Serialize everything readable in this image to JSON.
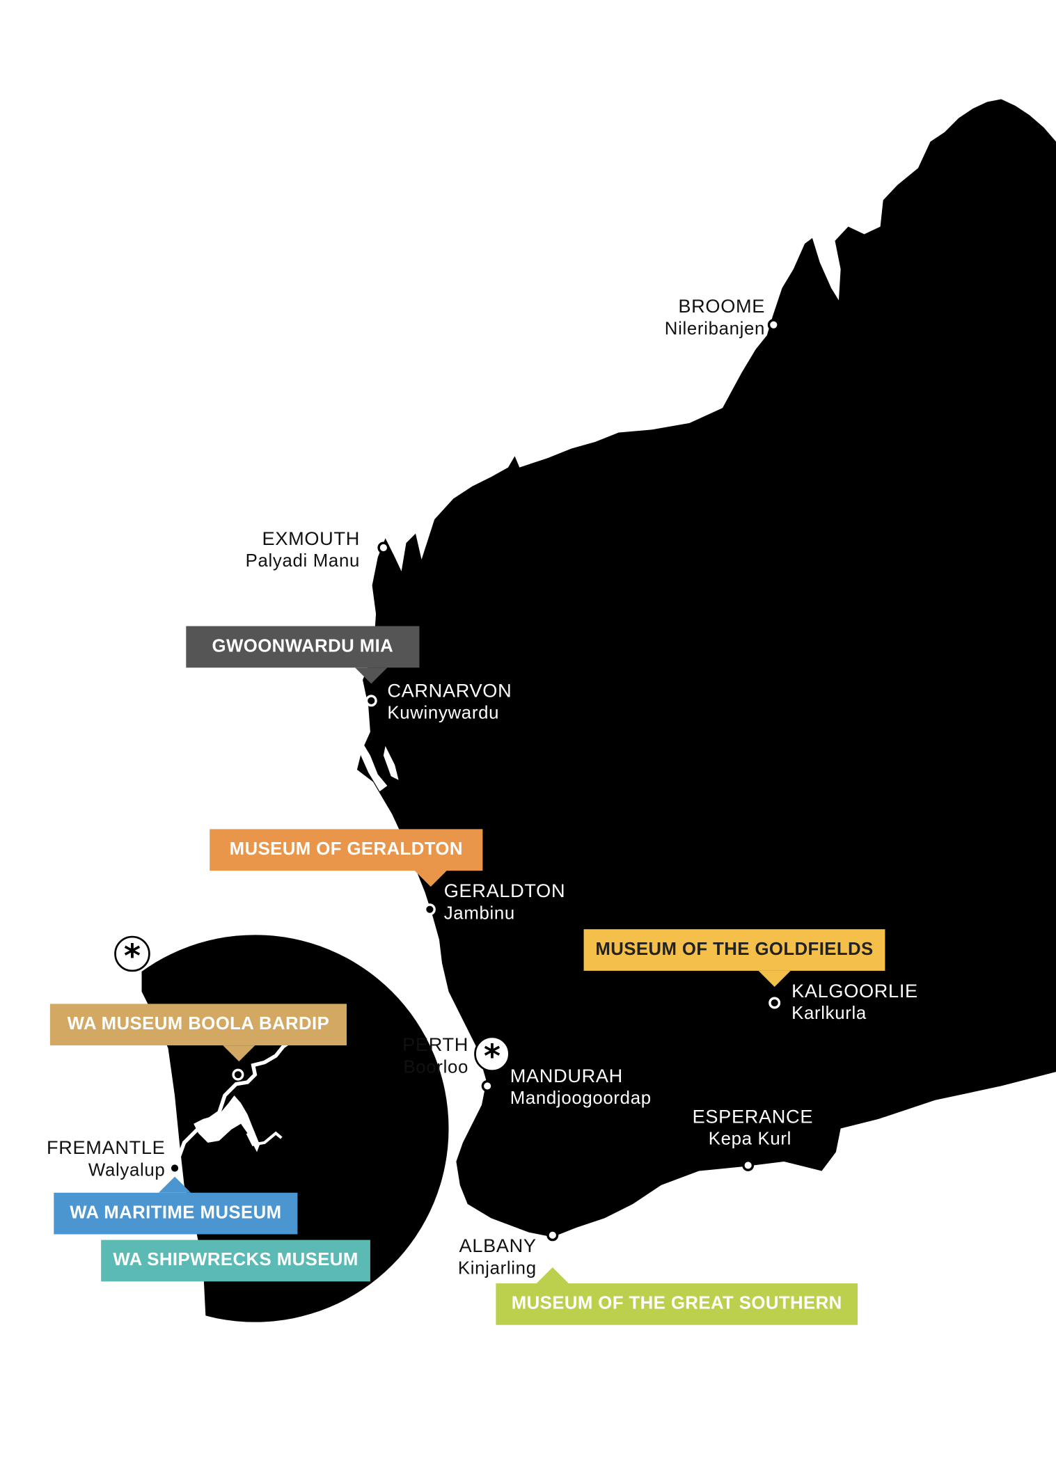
{
  "colors": {
    "land": "#000000",
    "gwoonwardu": "#555555",
    "geraldton": "#E9954A",
    "goldfields": "#F5C04A",
    "great_southern": "#BCD04E",
    "boola_bardip": "#D3A862",
    "maritime": "#4B96D0",
    "shipwrecks": "#5BBAB4"
  },
  "towns": {
    "broome": {
      "name": "BROOME",
      "indigenous": "Nileribanjen"
    },
    "exmouth": {
      "name": "EXMOUTH",
      "indigenous": "Palyadi Manu"
    },
    "carnarvon": {
      "name": "CARNARVON",
      "indigenous": "Kuwinywardu"
    },
    "geraldton": {
      "name": "GERALDTON",
      "indigenous": "Jambinu"
    },
    "kalgoorlie": {
      "name": "KALGOORLIE",
      "indigenous": "Karlkurla"
    },
    "perth": {
      "name": "PERTH",
      "indigenous": "Boorloo"
    },
    "mandurah": {
      "name": "MANDURAH",
      "indigenous": "Mandjoogoordap"
    },
    "esperance": {
      "name": "ESPERANCE",
      "indigenous": "Kepa Kurl"
    },
    "albany": {
      "name": "ALBANY",
      "indigenous": "Kinjarling"
    },
    "fremantle": {
      "name": "FREMANTLE",
      "indigenous": "Walyalup"
    }
  },
  "museums": {
    "gwoonwardu": "GWOONWARDU MIA",
    "geraldton": "MUSEUM OF GERALDTON",
    "goldfields": "MUSEUM OF THE GOLDFIELDS",
    "great_southern": "MUSEUM OF THE GREAT SOUTHERN",
    "boola_bardip": "WA MUSEUM BOOLA BARDIP",
    "maritime": "WA MARITIME MUSEUM",
    "shipwrecks": "WA SHIPWRECKS MUSEUM"
  },
  "icons": {
    "capital": "asterisk-icon",
    "town": "circle-marker-icon"
  }
}
